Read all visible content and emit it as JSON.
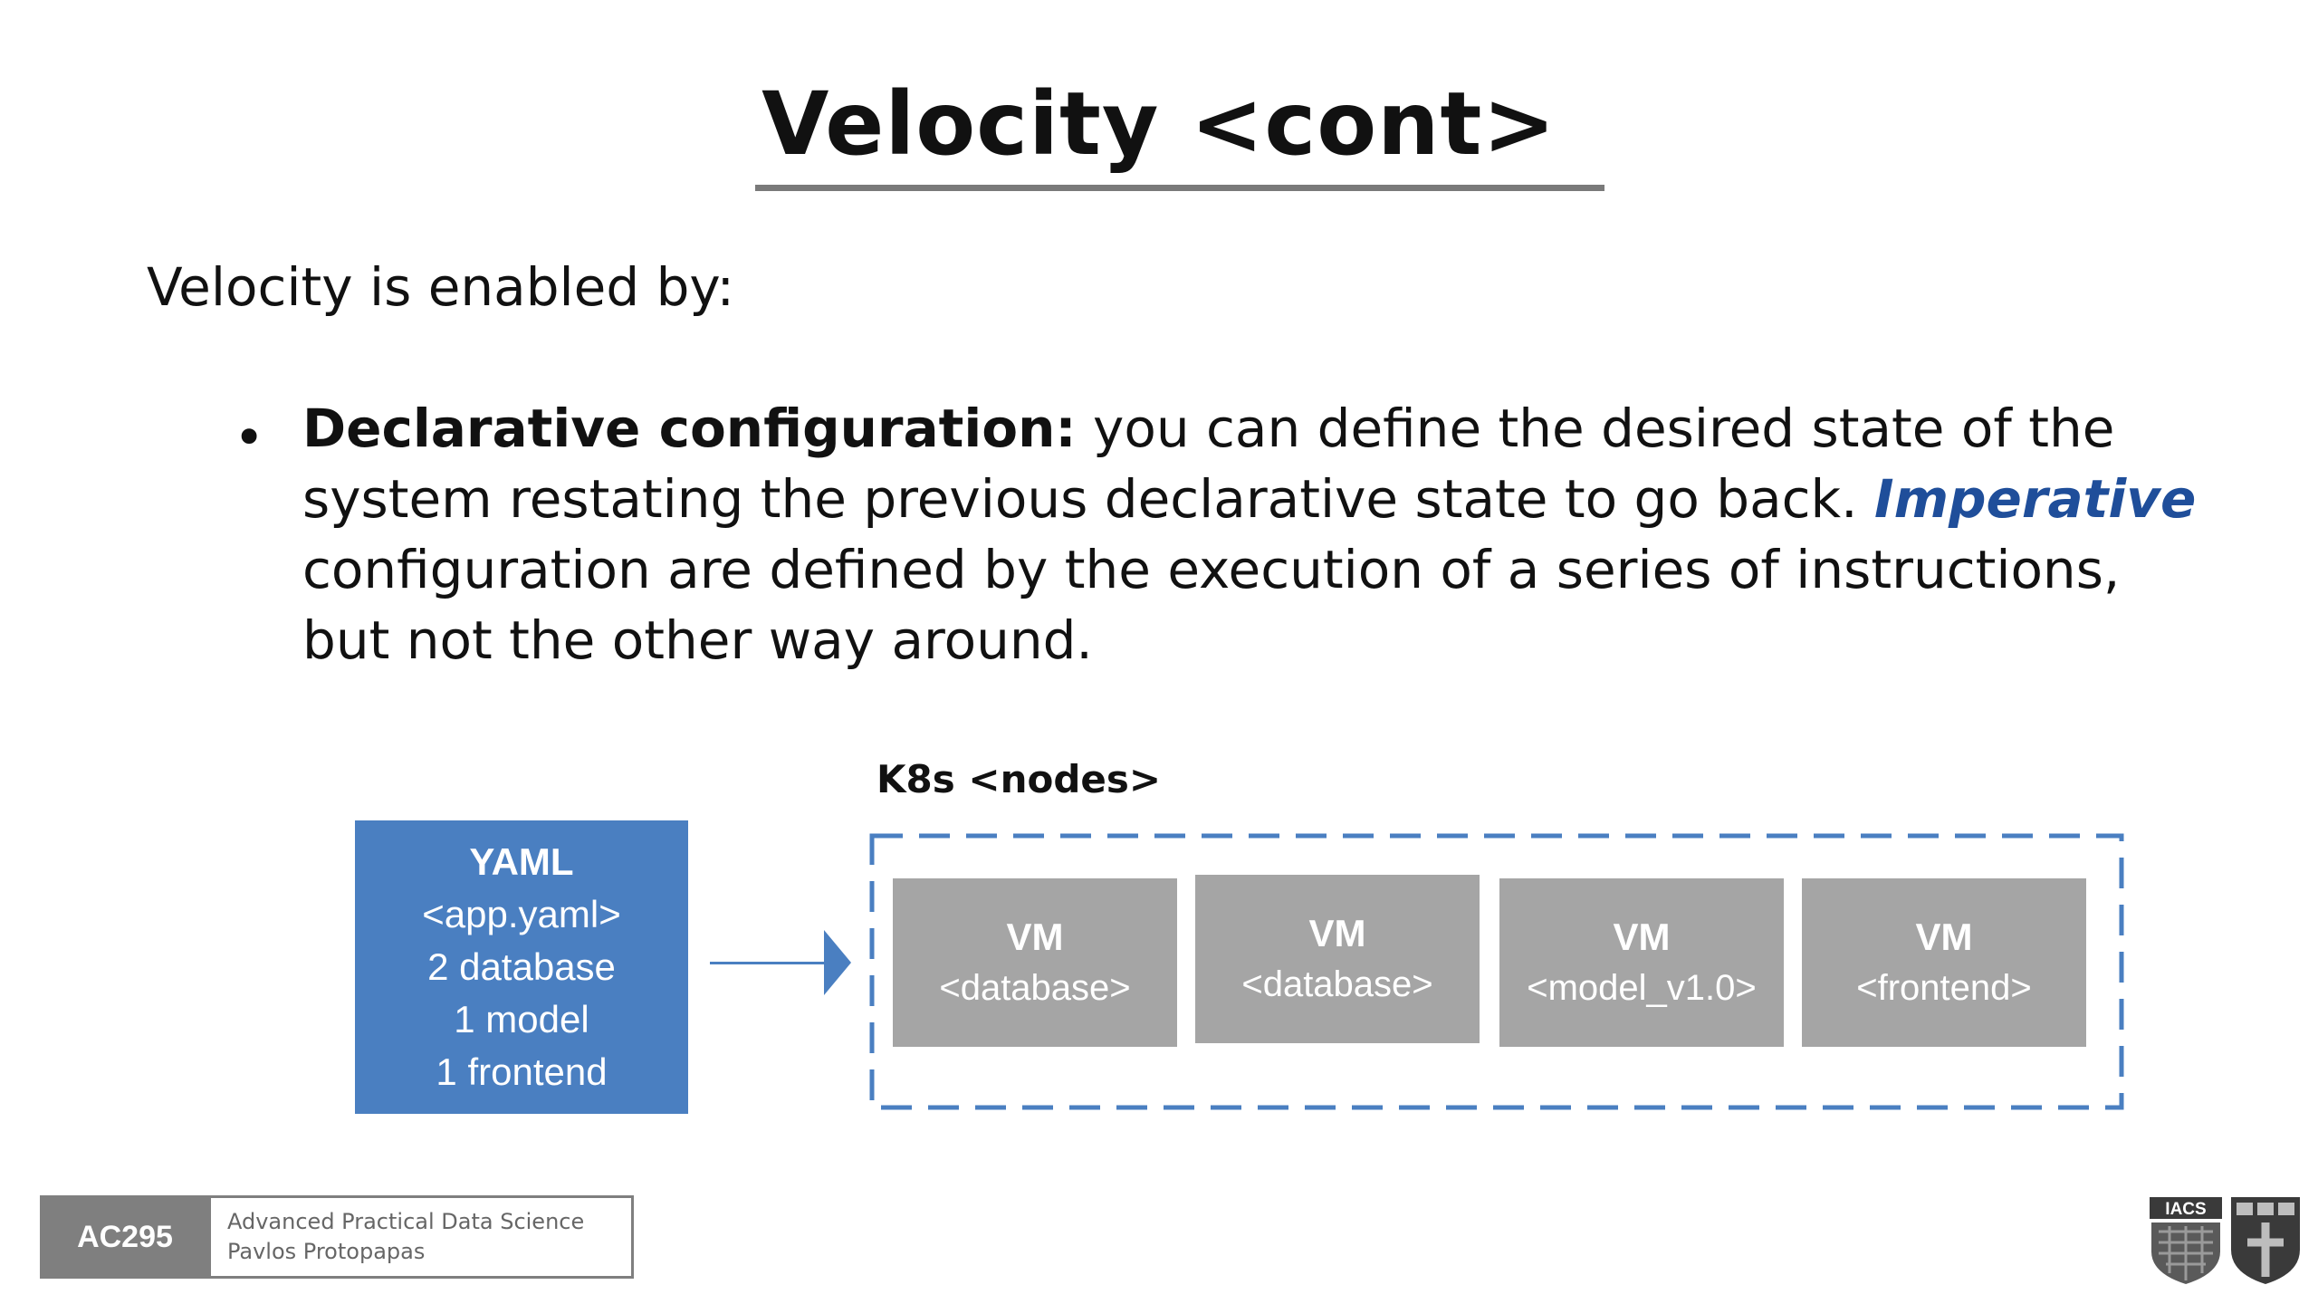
{
  "slide": {
    "title": "Velocity <cont>",
    "intro": "Velocity is enabled by:",
    "bullet": {
      "marker": "•",
      "term": "Declarative configuration:",
      "text_1": " you can define the desired state of the system restating the previous declarative state to go back. ",
      "emphasis": "Imperative",
      "text_2": " configuration are defined by the execution of a series of instructions, but not the other way around."
    }
  },
  "diagram": {
    "yaml": {
      "title": "YAML",
      "lines": [
        "<app.yaml>",
        "2 database",
        "1 model",
        "1 frontend"
      ]
    },
    "nodes_label": "K8s <nodes>",
    "vms": [
      {
        "title": "VM",
        "role": "<database>"
      },
      {
        "title": "VM",
        "role": "<database>"
      },
      {
        "title": "VM",
        "role": "<model_v1.0>"
      },
      {
        "title": "VM",
        "role": "<frontend>"
      }
    ],
    "colors": {
      "yaml_fill": "#4a7fc1",
      "vm_fill": "#a5a5a5",
      "dash_stroke": "#4a7fc1"
    }
  },
  "footer": {
    "course_code": "AC295",
    "course_name": "Advanced Practical Data Science",
    "instructor": "Pavlos Protopapas",
    "logos": [
      {
        "icon": "iacs-shield-icon",
        "text": "IACS"
      },
      {
        "icon": "harvard-shield-icon"
      }
    ]
  }
}
